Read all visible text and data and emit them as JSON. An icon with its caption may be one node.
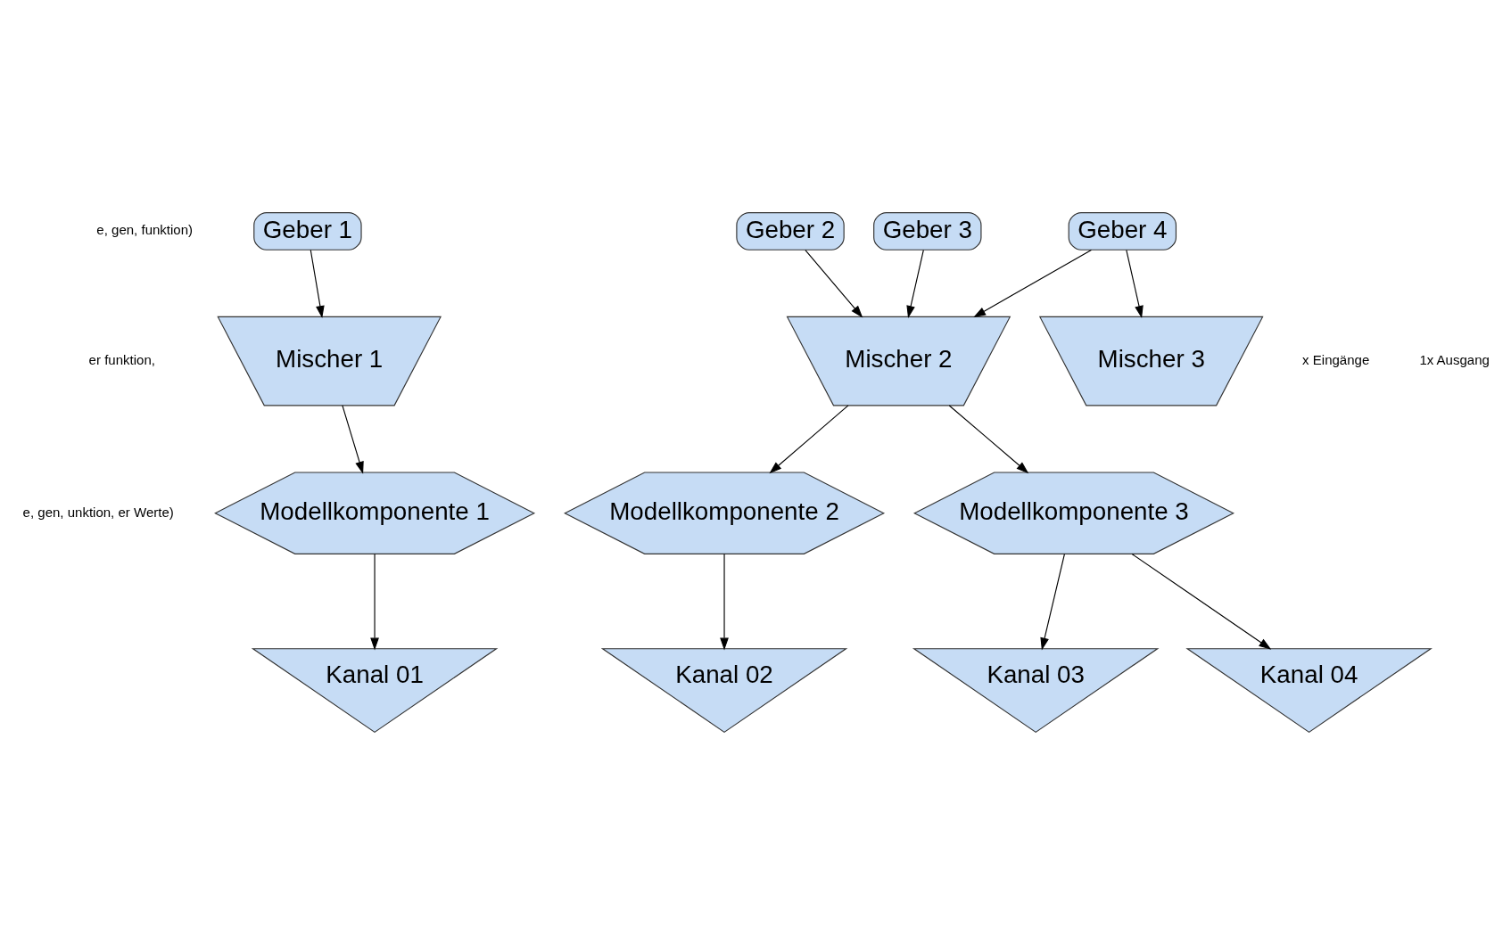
{
  "diagram": {
    "nodes": [
      {
        "text": [
          "Geber 1"
        ]
      },
      {
        "text": [
          "Geber 2"
        ]
      },
      {
        "text": [
          "Geber 3"
        ]
      },
      {
        "text": [
          "Geber 4"
        ]
      },
      {
        "text": [
          "Mischer 1"
        ]
      },
      {
        "text": [
          "Mischer 2"
        ]
      },
      {
        "text": [
          "Mischer 3"
        ]
      },
      {
        "text": [
          "Modellkomponente 1"
        ]
      },
      {
        "text": [
          "Modellkomponente 2"
        ]
      },
      {
        "text": [
          "Modellkomponente 3"
        ]
      },
      {
        "text": [
          "Kanal 01"
        ]
      },
      {
        "text": [
          "Kanal 02"
        ]
      },
      {
        "text": [
          "Kanal 03"
        ]
      },
      {
        "text": [
          "Kanal 04"
        ]
      }
    ],
    "edges": [
      {
        "from": 0,
        "to": 4,
        "arrow": "to"
      },
      {
        "from": 1,
        "to": 5,
        "arrow": "to"
      },
      {
        "from": 2,
        "to": 5,
        "arrow": "to"
      },
      {
        "from": 3,
        "to": 5,
        "arrow": "to"
      },
      {
        "from": 3,
        "to": 6,
        "arrow": "to"
      },
      {
        "from": 4,
        "to": 7,
        "arrow": "to"
      },
      {
        "from": 5,
        "to": 8,
        "arrow": "to"
      },
      {
        "from": 5,
        "to": 9,
        "arrow": "to"
      },
      {
        "from": 7,
        "to": 10,
        "arrow": "to"
      },
      {
        "from": 8,
        "to": 11,
        "arrow": "to"
      },
      {
        "from": 9,
        "to": 12,
        "arrow": "to"
      },
      {
        "from": 9,
        "to": 13,
        "arrow": "to"
      }
    ],
    "labels": [
      "e, gen, funktion)",
      "x Eingänge",
      "er funktion,",
      "1x Ausgang",
      "e, gen, unktion, er Werte)"
    ]
  }
}
